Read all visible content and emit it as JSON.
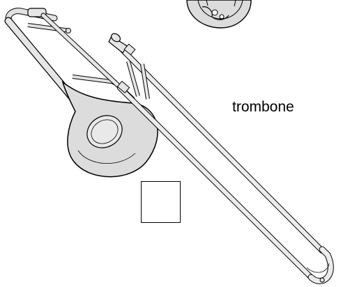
{
  "label": {
    "text": "trombone"
  },
  "illustrations": {
    "main": "trombone-illustration",
    "partial": "french-horn-partial-illustration"
  },
  "colors": {
    "instrument_fill": "#dcdcdc",
    "instrument_light": "#ececec",
    "outline": "#000000",
    "background": "#ffffff"
  }
}
